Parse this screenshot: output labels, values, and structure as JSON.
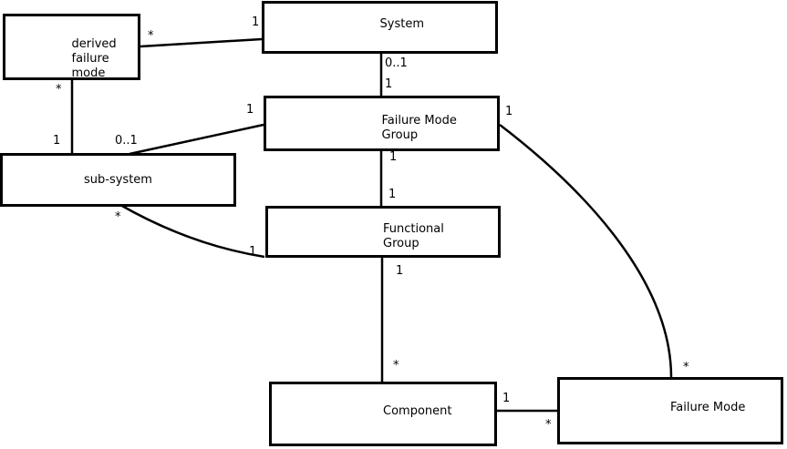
{
  "diagram": {
    "type": "entity-relationship",
    "background_color": "#ffffff",
    "line_color": "#000000",
    "text_color": "#000000",
    "entities": [
      {
        "id": "derived-failure-mode",
        "label": "derived\nfailure\nmode"
      },
      {
        "id": "system",
        "label": "System"
      },
      {
        "id": "failure-mode-group",
        "label": "Failure Mode\nGroup"
      },
      {
        "id": "sub-system",
        "label": "sub-system"
      },
      {
        "id": "functional-group",
        "label": "Functional\nGroup"
      },
      {
        "id": "component",
        "label": "Component"
      },
      {
        "id": "failure-mode",
        "label": "Failure Mode"
      }
    ],
    "relationships": [
      {
        "from": "derived failure mode",
        "to": "System",
        "from_card": "*",
        "to_card": "1"
      },
      {
        "from": "derived failure mode",
        "to": "sub-system",
        "from_card": "*",
        "to_card": "1"
      },
      {
        "from": "System",
        "to": "Failure Mode Group",
        "from_card": "0..1",
        "to_card": "1"
      },
      {
        "from": "Failure Mode Group",
        "to": "sub-system",
        "from_card": "1",
        "to_card": "0..1"
      },
      {
        "from": "Failure Mode Group",
        "to": "Functional Group",
        "from_card": "1",
        "to_card": "1"
      },
      {
        "from": "sub-system",
        "to": "Functional Group",
        "from_card": "*",
        "to_card": "1"
      },
      {
        "from": "Functional Group",
        "to": "Component",
        "from_card": "1",
        "to_card": "*"
      },
      {
        "from": "Component",
        "to": "Failure Mode",
        "from_card": "1",
        "to_card": "*"
      },
      {
        "from": "Failure Mode Group",
        "to": "Failure Mode",
        "from_card": "1",
        "to_card": "*"
      }
    ]
  }
}
